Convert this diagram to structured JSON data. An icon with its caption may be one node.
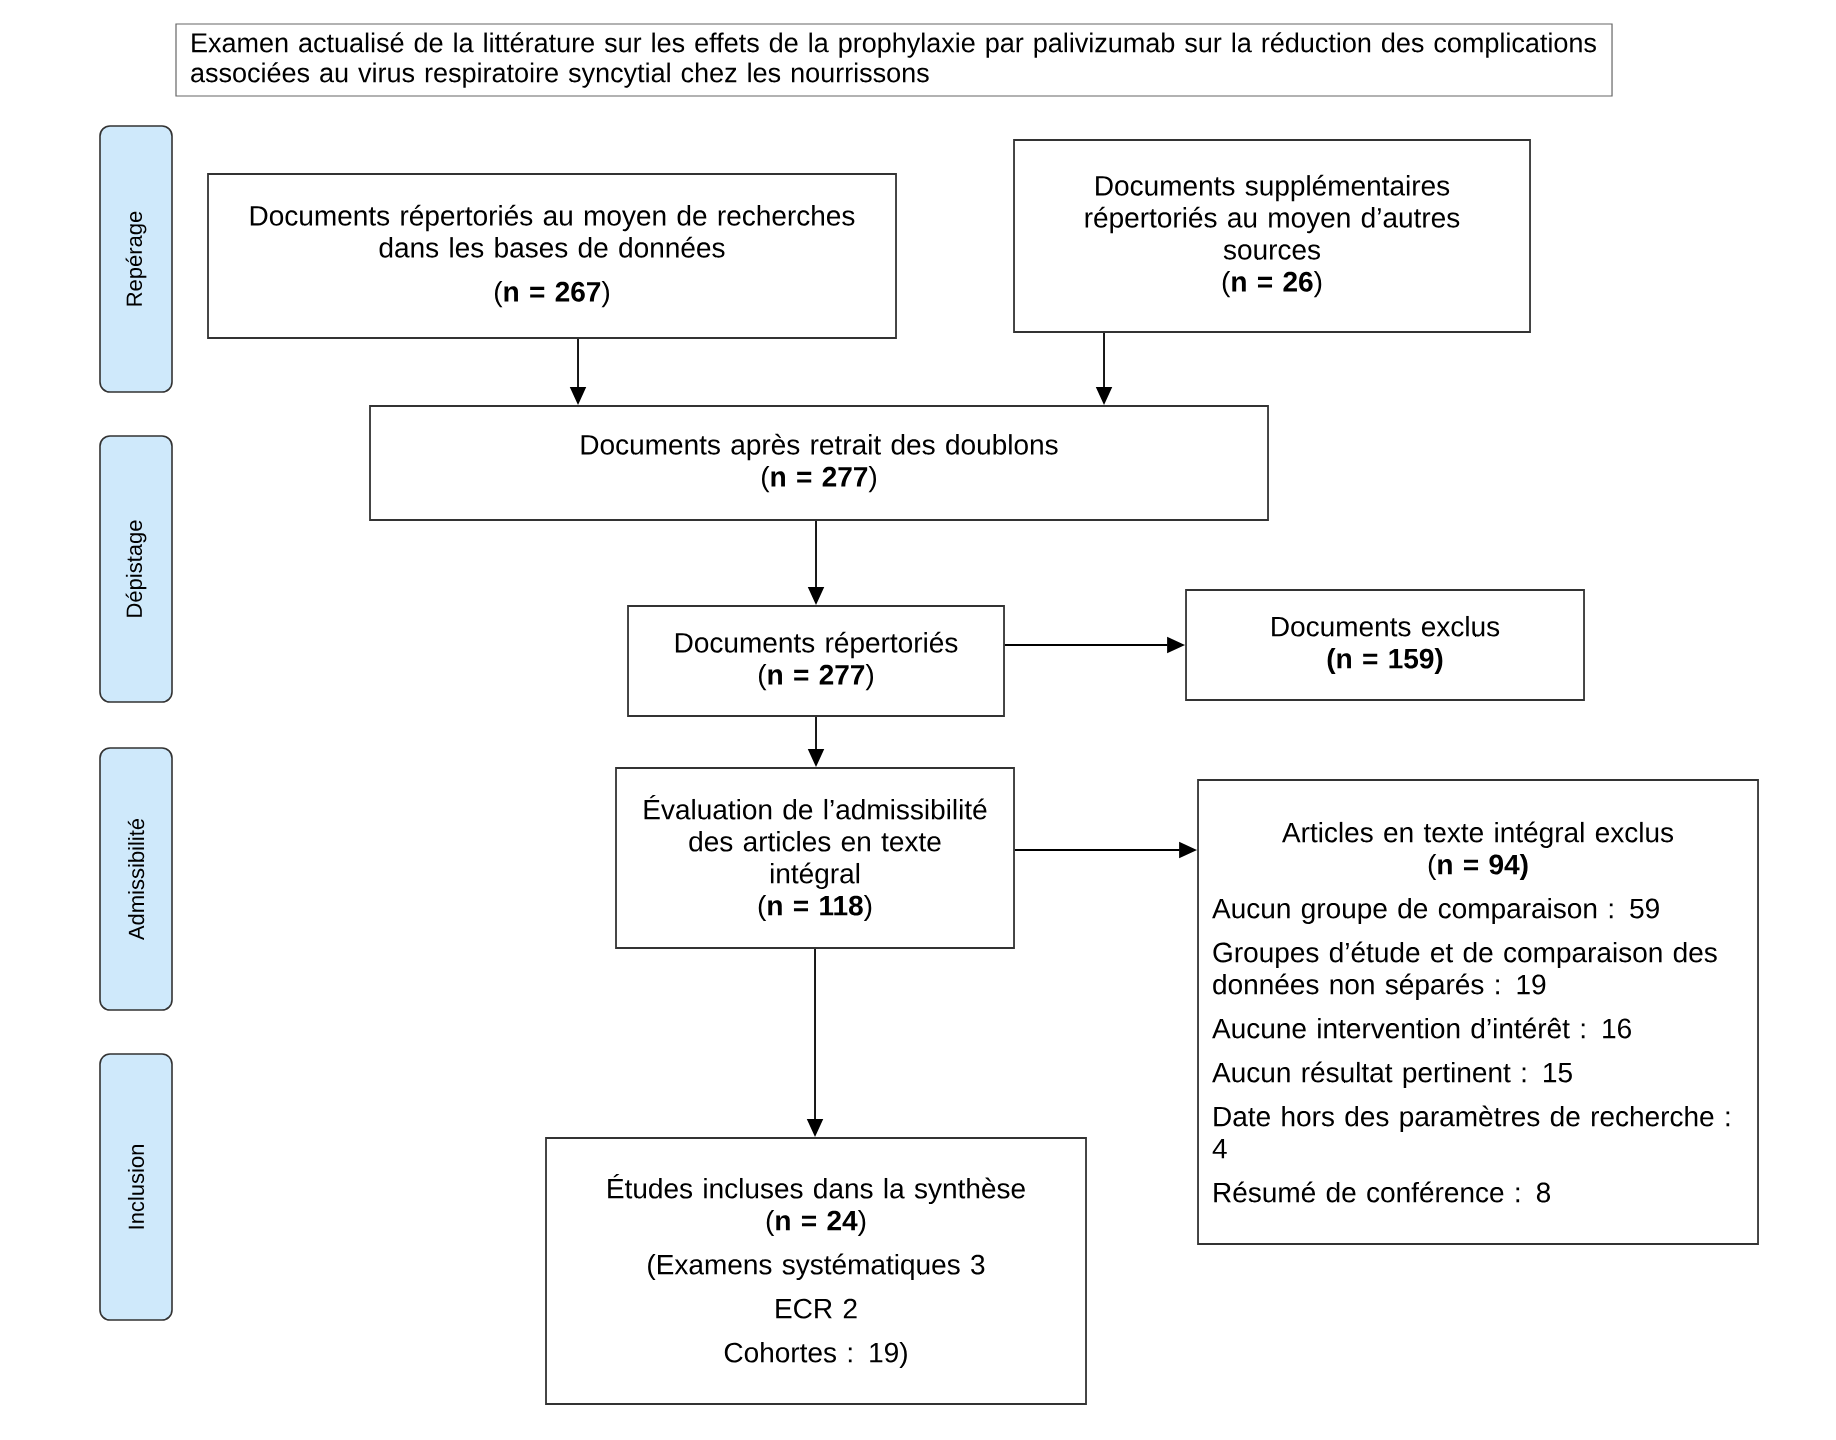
{
  "diagram": {
    "nodes": [
      {
        "text": [
          "Examen actualisé de la littérature sur les effets de la prophylaxie par palivizumab sur la réduction des complications associées au virus respiratoire syncytial chez les nourrissons"
        ]
      },
      {
        "text": [
          "Repérage"
        ]
      },
      {
        "text": [
          "Dépistage"
        ]
      },
      {
        "text": [
          "Admissibilité"
        ]
      },
      {
        "text": [
          "Inclusion"
        ]
      },
      {
        "text": [
          "Documents répertoriés au moyen de recherches dans les bases de données",
          "(**n = 267**)"
        ]
      },
      {
        "text": [
          "Documents supplémentaires répertoriés au moyen d’autres sources",
          "(**n = 26**)"
        ]
      },
      {
        "text": [
          "Documents après retrait des doublons",
          "(**n = 277**)"
        ]
      },
      {
        "text": [
          "Documents répertoriés",
          "(**n = 277**)"
        ]
      },
      {
        "text": [
          "Documents exclus",
          "**(n = 159)**"
        ]
      },
      {
        "text": [
          "Évaluation de l’admissibilité des articles en texte intégral",
          "(**n = 118**)"
        ]
      },
      {
        "text": [
          "Articles en texte intégral exclus",
          "(**n = 94)**",
          "Aucun groupe de comparaison : 59",
          "Groupes d’étude et de comparaison des données non séparés : 19",
          "Aucune intervention d’intérêt : 16",
          "Aucun résultat pertinent : 15",
          "Date hors des paramètres de recherche : 4",
          "Résumé de conférence : 8"
        ]
      },
      {
        "text": [
          "Études incluses dans la synthèse",
          "(**n = 24**)",
          "(Examens systématiques 3",
          "ECR 2",
          "Cohortes : 19)"
        ]
      }
    ],
    "edges": [
      {
        "from": 5,
        "to": 7,
        "arrow": "to"
      },
      {
        "from": 6,
        "to": 7,
        "arrow": "to"
      },
      {
        "from": 7,
        "to": 8,
        "arrow": "to"
      },
      {
        "from": 8,
        "to": 9,
        "arrow": "to"
      },
      {
        "from": 8,
        "to": 10,
        "arrow": "to"
      },
      {
        "from": 10,
        "to": 11,
        "arrow": "to"
      },
      {
        "from": 10,
        "to": 12,
        "arrow": "to"
      }
    ]
  }
}
